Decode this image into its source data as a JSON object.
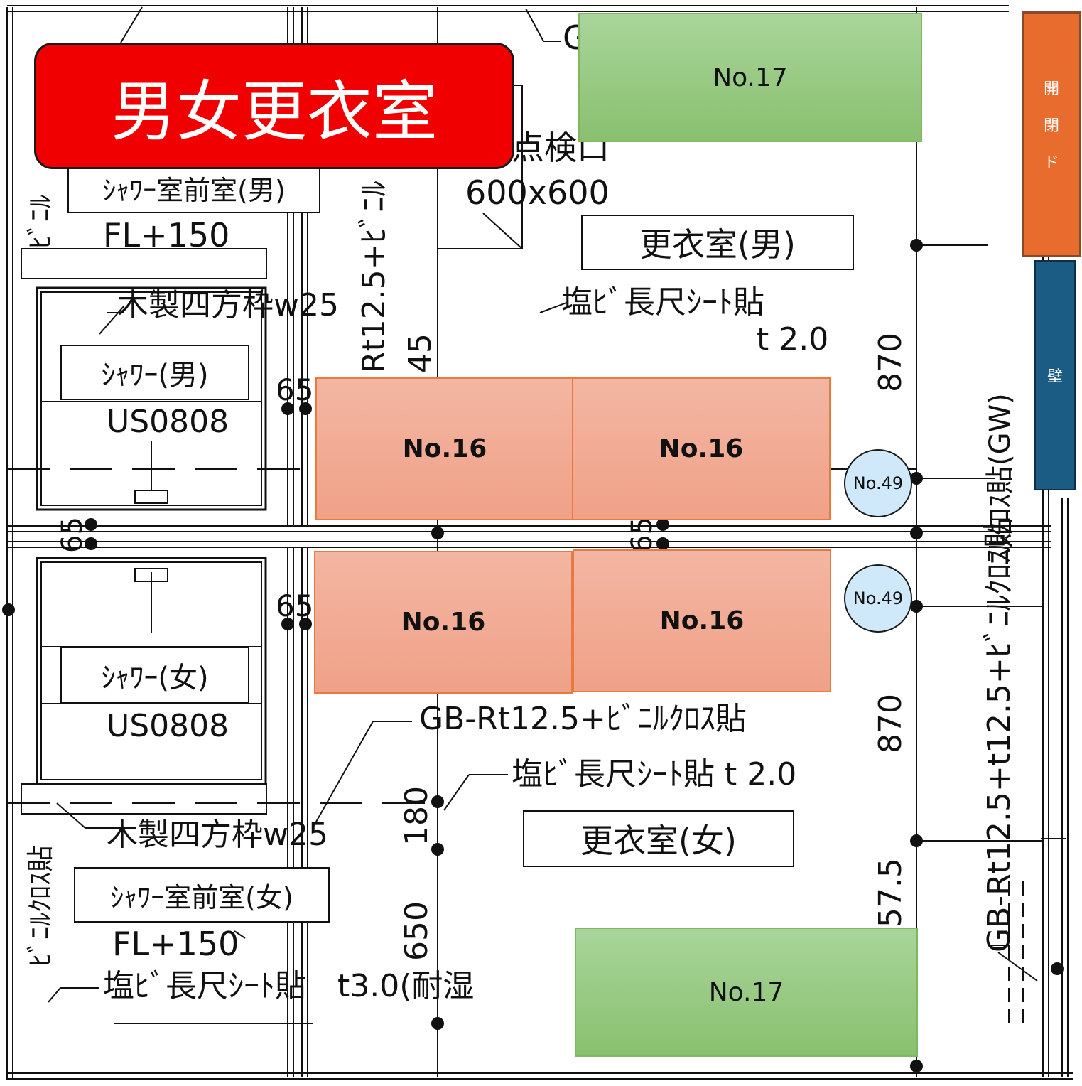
{
  "title_badge": "男女更衣室",
  "labels": {
    "men_locker_room": "更衣室(男)",
    "women_locker_room": "更衣室(女)",
    "shower_men": "ｼｬﾜｰ(男)",
    "shower_women": "ｼｬﾜｰ(女)",
    "shower_ante_men": "ｼｬﾜｰ室前室(男)",
    "shower_ante_women": "ｼｬﾜｰ室前室(女)",
    "unit_men": "US0808",
    "unit_women": "US0808",
    "inspection_port": "点検口",
    "inspection_size": "600x600",
    "fl_men": "FL+150",
    "fl_women": "FL+150",
    "frame_men": "木製四方枠w25",
    "frame_women": "木製四方枠w25",
    "floor_men_1": "塩ﾋﾞ長尺ｼｰﾄ貼",
    "floor_men_2": "t 2.0",
    "wall_women": "GB-Rt12.5+ﾋﾞﾆﾙｸﾛｽ貼",
    "floor_women": "塩ﾋﾞ長尺ｼｰﾄ貼 t 2.0",
    "floor_ante_women": "塩ﾋﾞ長尺ｼｰﾄ貼　t3.0(耐湿",
    "top_g": "G",
    "wall_right_vertical": "GB-Rt12.5+t12.5+ﾋﾞﾆﾙｸﾛｽ貼",
    "wall_right_gw": "ﾆﾙｸﾛｽ貼(GW)",
    "wall_center_vertical": "Rt12.5+ﾋﾞﾆﾙ",
    "wall_left_top_vertical": "ﾋﾞﾆﾙ",
    "wall_left_bottom_vertical": "ﾋﾞﾆﾙｸﾛｽ貼",
    "dims": {
      "d870_top": "870",
      "d870_bottom": "870",
      "d45": "45",
      "d65_a": "65",
      "d65_b": "65",
      "d65_c": "65",
      "d65_d": "65",
      "d180": "180",
      "d650": "650",
      "d57_5": "57.5"
    }
  },
  "fixtures": {
    "no17_top": "No.17",
    "no17_bottom": "No.17",
    "no16_a": "No.16",
    "no16_b": "No.16",
    "no16_c": "No.16",
    "no16_d": "No.16",
    "no49_top": "No.49",
    "no49_bottom": "No.49",
    "door_label": [
      "開",
      "閉",
      "ド"
    ],
    "wall_label": "壁"
  },
  "colors": {
    "title_badge": "#f00000",
    "fixture_green": "#89c06f",
    "fixture_salmon": "#f0a188",
    "door_orange": "#e86c2e",
    "wall_navy": "#1a5c84",
    "circle_blue": "#cfe9fb"
  }
}
